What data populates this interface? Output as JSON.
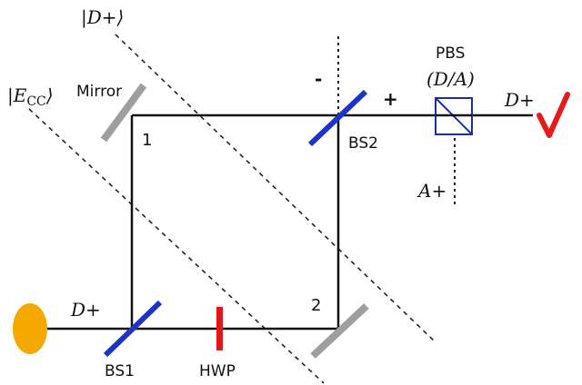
{
  "labels": {
    "state_d_plus": "|D+⟩",
    "state_ecc": "|E",
    "state_ecc_sub": "CC",
    "state_ecc_close": "⟩",
    "mirror": "Mirror",
    "path_1": "1",
    "path_2": "2",
    "minus": "-",
    "plus": "+",
    "bs1": "BS1",
    "bs2": "BS2",
    "hwp": "HWP",
    "pbs": "PBS",
    "pbs_basis": "(D/A)",
    "input_d_plus": "D+",
    "output_d_plus": "D+",
    "output_a_plus": "A+"
  },
  "colors": {
    "beam": "#111111",
    "beam_splitter": "#1d34c6",
    "mirror": "#9e9e9e",
    "hwp": "#e01818",
    "pbs": "#1d2f9a",
    "source": "#f5a800",
    "check": "#e61a1a"
  },
  "icons": {
    "source": "photon-source-icon",
    "check": "checkmark-icon"
  }
}
